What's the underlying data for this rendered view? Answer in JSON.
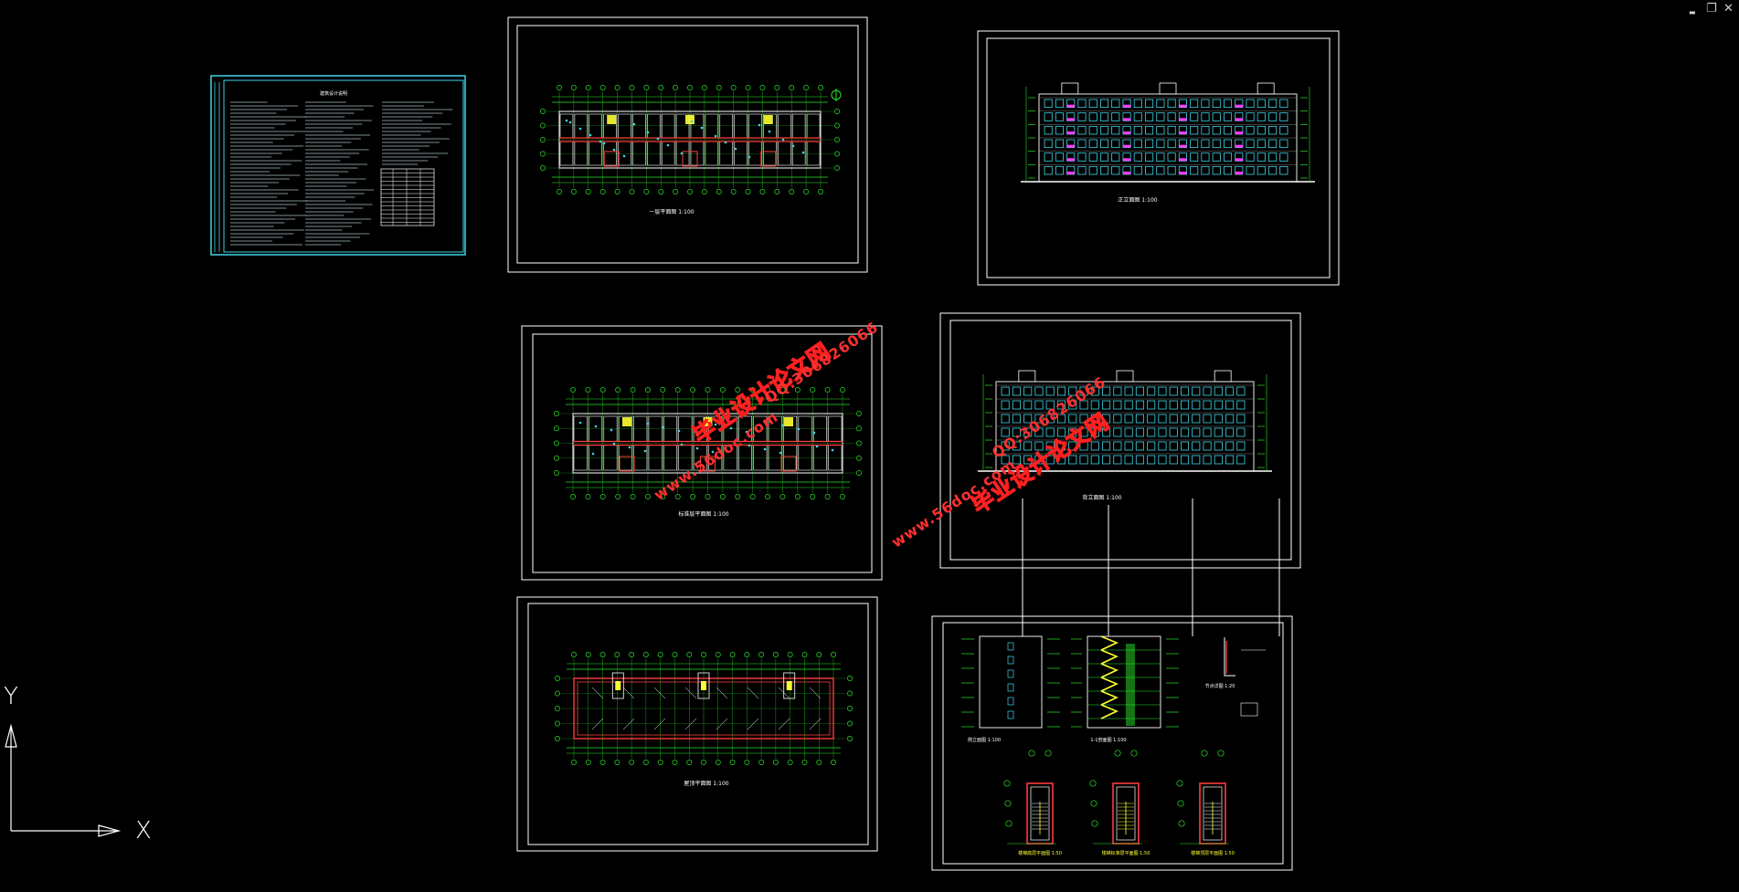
{
  "window_controls": {
    "minimize": "▬",
    "restore": "❐",
    "close": "✕"
  },
  "ucs": {
    "x_label": "X",
    "y_label": "Y"
  },
  "sheets": {
    "notes": {
      "title": "建筑设计说明"
    },
    "plan1": {
      "caption": "一层平面图 1:100"
    },
    "elev1": {
      "caption": "正立面图 1:100"
    },
    "plan2": {
      "caption": "标准层平面图 1:100"
    },
    "elev2": {
      "caption": "背立面图 1:100"
    },
    "roof": {
      "caption": "屋顶平面图 1:100"
    },
    "section": {
      "captions": [
        "侧立面图 1:100",
        "1-1剖面图 1:100",
        "节点详图 1:20"
      ],
      "stair_captions": [
        "楼梯底层平面图 1:50",
        "楼梯标准层平面图 1:50",
        "楼梯顶层平面图 1:50"
      ]
    }
  },
  "watermark": {
    "cn": "毕业设计论文网",
    "url": "www.56doc.com",
    "qq": "QQ:306826066"
  },
  "colors": {
    "background": "#000000",
    "frame": "#ffffff",
    "dim": "#29e629",
    "wall": "#ff3b3b",
    "cyan": "#3fd6e8",
    "magenta": "#ff3bff",
    "yellow": "#ffff33",
    "watermark_red": "#ff2020",
    "watermark_yellow": "#ffd21a"
  }
}
